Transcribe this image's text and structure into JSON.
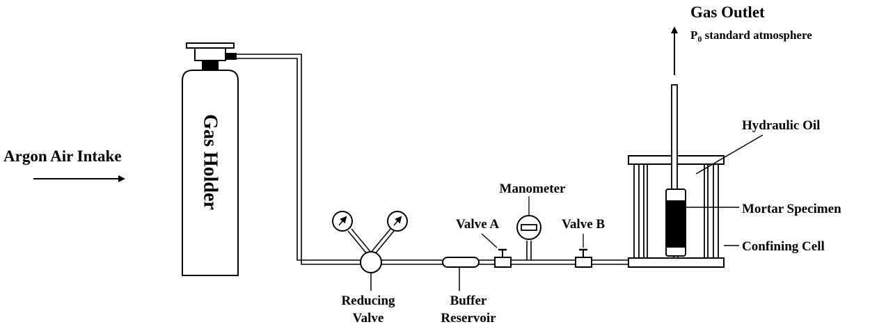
{
  "labels": {
    "argon_intake": "Argon Air Intake",
    "gas_holder": "Gas Holder",
    "gas_outlet": "Gas Outlet",
    "outlet_note_prefix": "P",
    "outlet_note_sub": "0",
    "outlet_note_rest": " standard atmosphere",
    "hydraulic_oil": "Hydraulic Oil",
    "mortar_specimen": "Mortar Specimen",
    "confining_cell": "Confining Cell",
    "manometer": "Manometer",
    "valve_a": "Valve A",
    "valve_b": "Valve B",
    "reducing_valve_line1": "Reducing",
    "reducing_valve_line2": "Valve",
    "buffer_reservoir_line1": "Buffer",
    "buffer_reservoir_line2": "Reservoir"
  },
  "colors": {
    "ink": "#000000",
    "background": "#ffffff"
  }
}
